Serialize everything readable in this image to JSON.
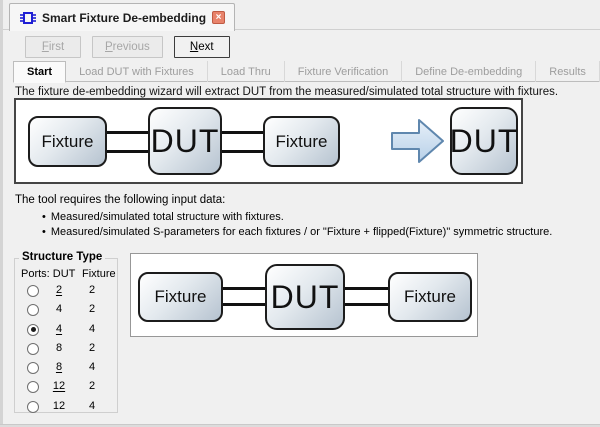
{
  "window": {
    "doc_tab": {
      "title": "Smart Fixture De-embedding"
    }
  },
  "nav_buttons": [
    {
      "name": "first-button",
      "label": "First",
      "mnemonic_index": 0,
      "enabled": false
    },
    {
      "name": "previous-button",
      "label": "Previous",
      "mnemonic_index": 0,
      "enabled": false
    },
    {
      "name": "next-button",
      "label": "Next",
      "mnemonic_index": 0,
      "enabled": true
    }
  ],
  "wizard_tabs": {
    "active_index": 0,
    "items": [
      {
        "label": "Start",
        "enabled": true
      },
      {
        "label": "Load DUT with Fixtures",
        "enabled": false
      },
      {
        "label": "Load Thru",
        "enabled": false
      },
      {
        "label": "Fixture Verification",
        "enabled": false
      },
      {
        "label": "Define De-embedding",
        "enabled": false
      },
      {
        "label": "Results",
        "enabled": false
      }
    ]
  },
  "intro_text": "The fixture de-embedding wizard will extract DUT from the measured/simulated total structure with fixtures.",
  "diagram_total": {
    "fixture_left": "Fixture",
    "dut": "DUT",
    "fixture_right": "Fixture",
    "arrow_icon": "right-block-arrow",
    "result": "DUT"
  },
  "requires_heading": "The tool requires the following input data:",
  "requirements": [
    "Measured/simulated total structure with fixtures.",
    "Measured/simulated S-parameters for each fixtures / or \"Fixture + flipped(Fixture)\" symmetric structure."
  ],
  "structure_type": {
    "title": "Structure Type",
    "header_ports_dut": "Ports: DUT",
    "header_fixture": "Fixture",
    "selected_index": 2,
    "rows": [
      {
        "dut": "2",
        "fixture": "2",
        "dut_underlined": true
      },
      {
        "dut": "4",
        "fixture": "2",
        "dut_underlined": false
      },
      {
        "dut": "4",
        "fixture": "4",
        "dut_underlined": true
      },
      {
        "dut": "8",
        "fixture": "2",
        "dut_underlined": false
      },
      {
        "dut": "8",
        "fixture": "4",
        "dut_underlined": true
      },
      {
        "dut": "12",
        "fixture": "2",
        "dut_underlined": true
      },
      {
        "dut": "12",
        "fixture": "4",
        "dut_underlined": false
      }
    ]
  },
  "diagram_structure": {
    "fixture_left": "Fixture",
    "dut": "DUT",
    "fixture_right": "Fixture"
  },
  "colors": {
    "tab_icon_blue": "#1f1fd4",
    "close_button": "#e8836b",
    "arrow_fill_light": "#ddeaf6",
    "arrow_fill_dark": "#b7d0e8",
    "arrow_border": "#5f87ae",
    "box_gradient_dark": "#b6c3d0"
  }
}
